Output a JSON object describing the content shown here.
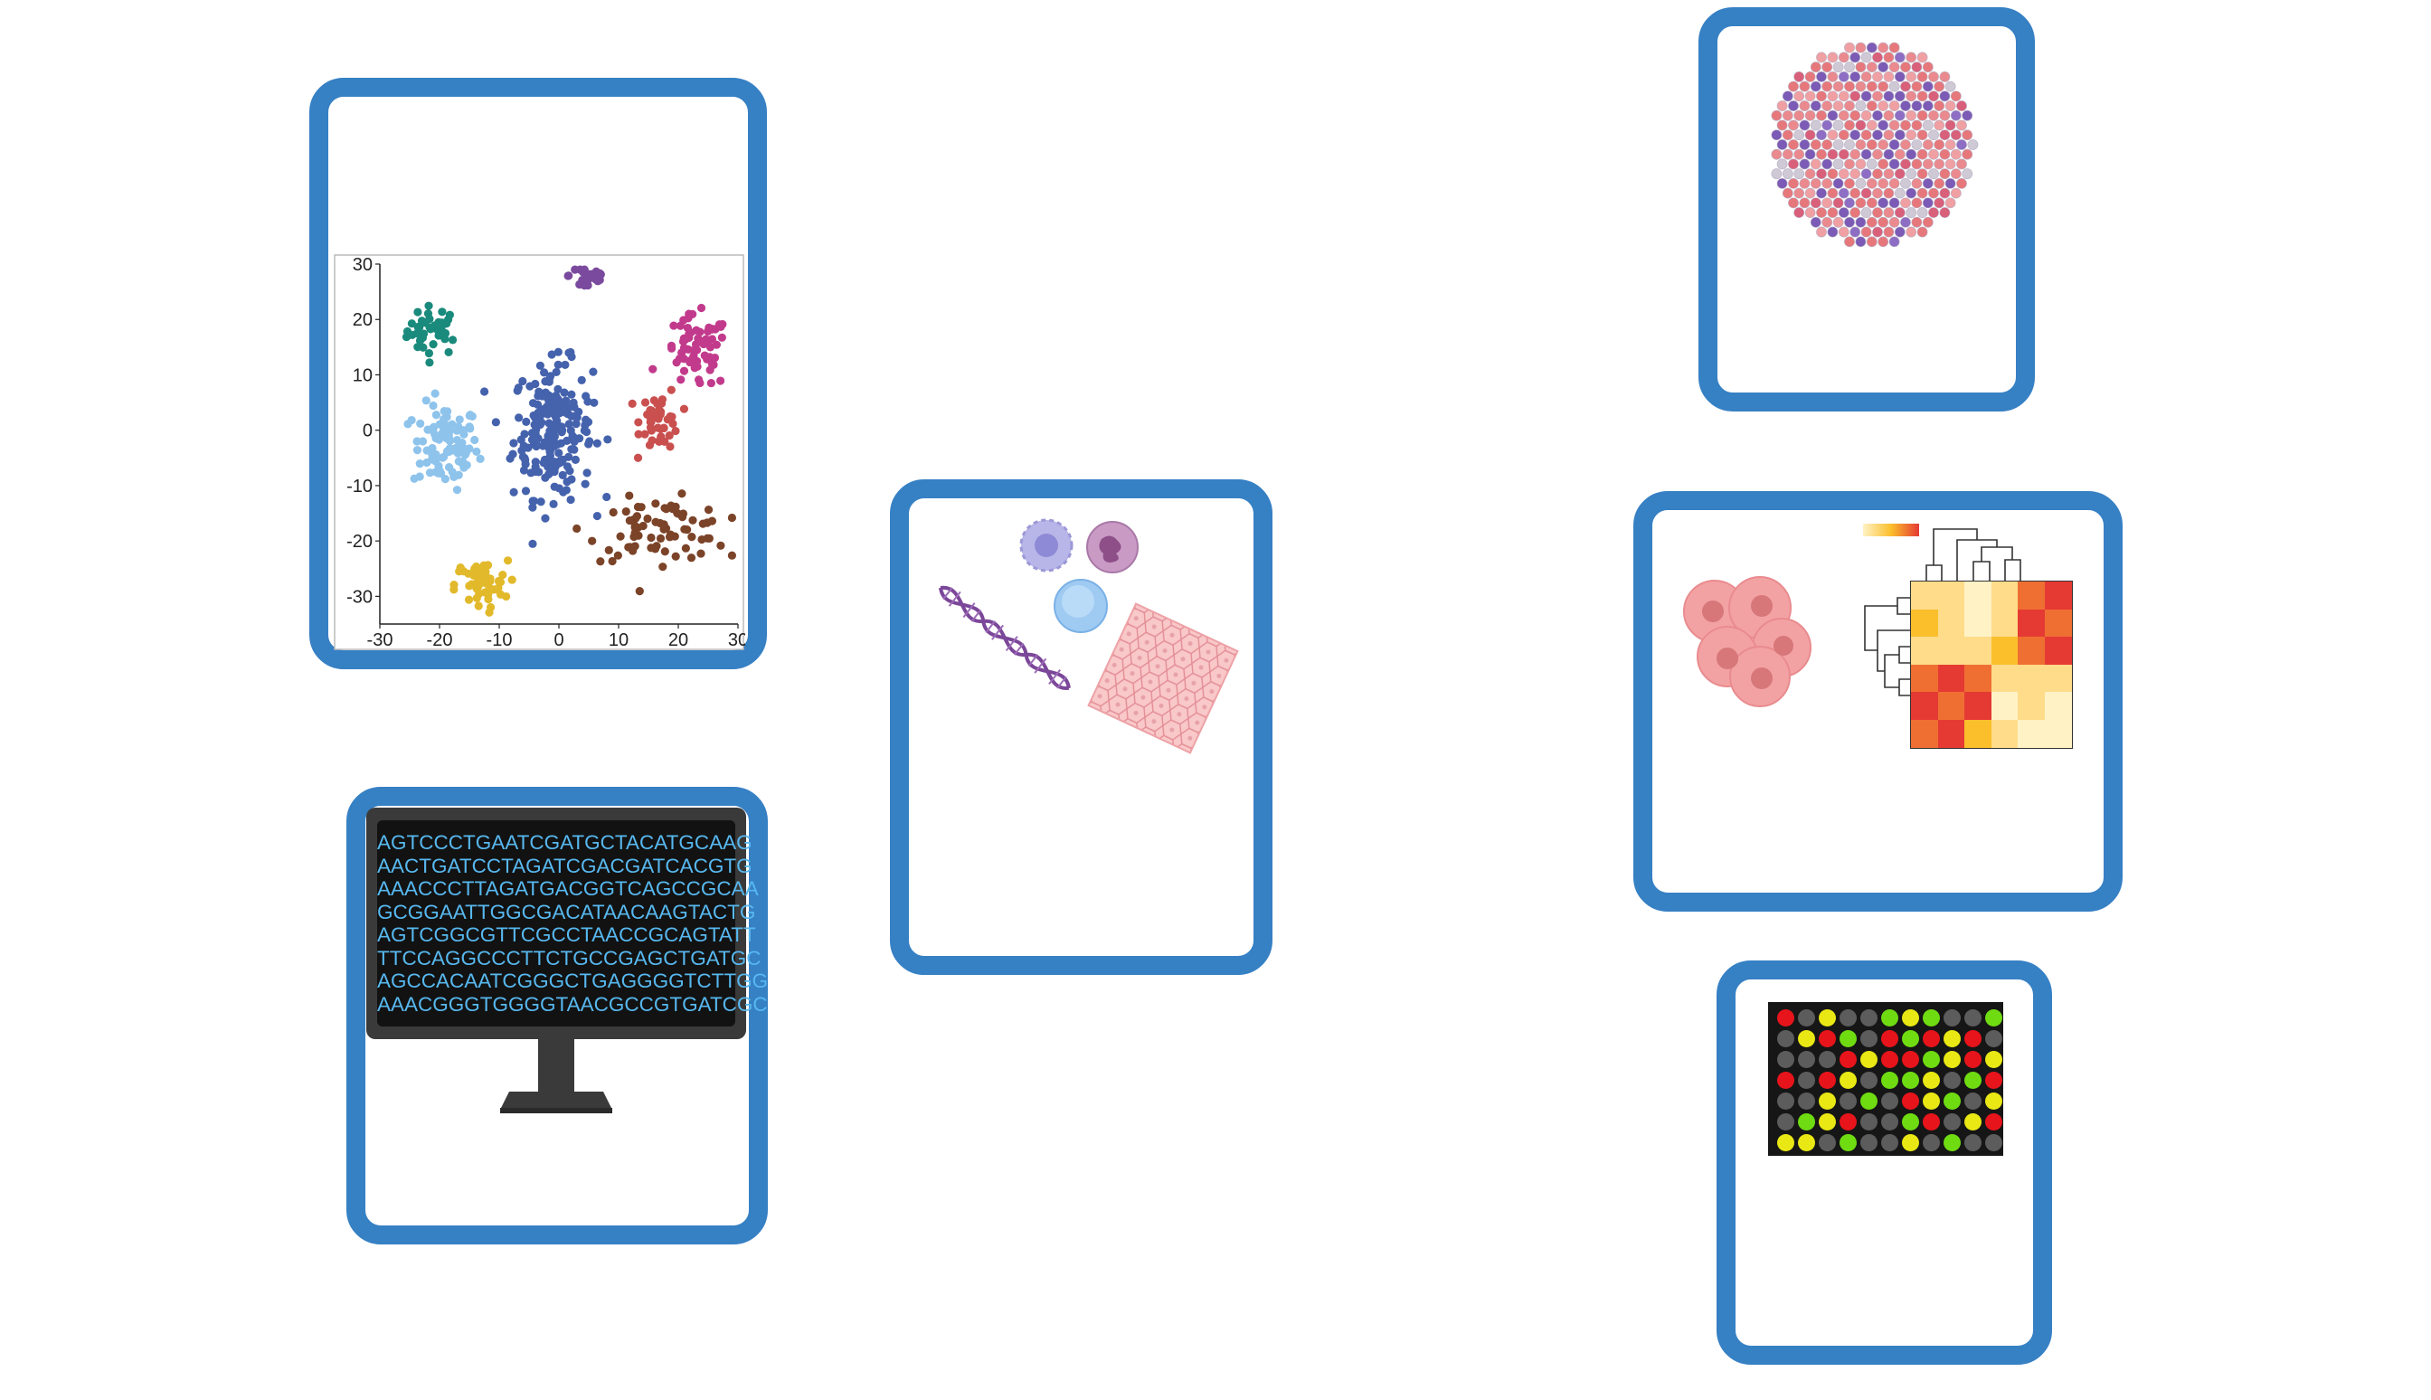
{
  "colors": {
    "card_border": "#3680c4",
    "screen_text": "#57b8ef",
    "cluster_teal": "#1a8a7c",
    "cluster_light_blue": "#8ec3ec",
    "cluster_dark_blue": "#4562ad",
    "cluster_purple": "#7a4a9e",
    "cluster_magenta": "#c23a8c",
    "cluster_red": "#c9504f",
    "cluster_brown": "#7b4328",
    "cluster_yellow": "#e2b92a"
  },
  "cards": [
    {
      "id": "tsne-card"
    },
    {
      "id": "sequence-monitor-card"
    },
    {
      "id": "cells-dna-card"
    },
    {
      "id": "spatial-spots-card"
    },
    {
      "id": "heatmap-card"
    },
    {
      "id": "microarray-card"
    }
  ],
  "chart_data": {
    "type": "scatter",
    "title": "",
    "xlabel": "",
    "ylabel": "",
    "xlim": [
      -30,
      30
    ],
    "ylim": [
      -35,
      30
    ],
    "x_ticks": [
      "-30",
      "-20",
      "-10",
      "0",
      "10",
      "20",
      "30"
    ],
    "y_ticks": [
      "30",
      "20",
      "10",
      "0",
      "-10",
      "-20",
      "-30"
    ],
    "grid": false,
    "clusters": [
      {
        "color": "teal",
        "center": [
          -21,
          18
        ],
        "spread": [
          4,
          4
        ],
        "n": 40
      },
      {
        "color": "light_blue",
        "center": [
          -19,
          -3
        ],
        "spread": [
          5,
          7
        ],
        "n": 90
      },
      {
        "color": "dark_blue",
        "center": [
          -1,
          0
        ],
        "spread": [
          6,
          11
        ],
        "n": 210
      },
      {
        "color": "purple",
        "center": [
          5,
          28
        ],
        "spread": [
          3,
          3
        ],
        "n": 28
      },
      {
        "color": "magenta",
        "center": [
          23,
          14
        ],
        "spread": [
          5,
          6
        ],
        "n": 70
      },
      {
        "color": "red",
        "center": [
          17,
          2
        ],
        "spread": [
          3,
          5
        ],
        "n": 45
      },
      {
        "color": "brown",
        "center": [
          17,
          -18
        ],
        "spread": [
          11,
          5
        ],
        "n": 75
      },
      {
        "color": "yellow",
        "center": [
          -13,
          -28
        ],
        "spread": [
          4,
          4
        ],
        "n": 55
      }
    ]
  },
  "monitor": {
    "sequences": [
      "AGTCCCTGAATCGATGCTACATGCAAG",
      "AACTGATCCTAGATCGACGATCACGTG",
      "AAACCCTTAGATGACGGTCAGCCGCAA",
      "GCGGAATTGGCGACATAACAAGTACTG",
      "AGTCGGCGTTCGCCTAACCGCAGTATT",
      "TTCCAGGCCCTTCTGCCGAGCTGATGC",
      "AGCCACAATCGGGCTGAGGGGTCTTGG",
      "AAACGGGTGGGGTAACGCCGTGATCGC"
    ]
  },
  "microarray": {
    "rows": [
      [
        "red",
        "grey",
        "yellow",
        "grey",
        "grey",
        "green",
        "yellow",
        "green",
        "grey",
        "grey",
        "green"
      ],
      [
        "grey",
        "yellow",
        "red",
        "green",
        "grey",
        "red",
        "green",
        "red",
        "yellow",
        "red",
        "grey"
      ],
      [
        "grey",
        "grey",
        "grey",
        "red",
        "yellow",
        "red",
        "red",
        "green",
        "yellow",
        "red",
        "yellow"
      ],
      [
        "red",
        "grey",
        "red",
        "yellow",
        "grey",
        "green",
        "green",
        "yellow",
        "grey",
        "green",
        "red"
      ],
      [
        "grey",
        "grey",
        "yellow",
        "grey",
        "green",
        "grey",
        "red",
        "yellow",
        "green",
        "grey",
        "yellow"
      ],
      [
        "grey",
        "green",
        "yellow",
        "red",
        "grey",
        "grey",
        "green",
        "red",
        "grey",
        "yellow",
        "red"
      ],
      [
        "yellow",
        "yellow",
        "grey",
        "green",
        "grey",
        "grey",
        "yellow",
        "grey",
        "green",
        "grey",
        "grey"
      ]
    ],
    "spot_colors": {
      "red": "#e8141b",
      "green": "#6fdc12",
      "yellow": "#e9e814",
      "grey": "#5c5c5c"
    }
  },
  "heatmap": {
    "matrix": [
      [
        1,
        1,
        0,
        1,
        3,
        4
      ],
      [
        2,
        1,
        0,
        1,
        4,
        3
      ],
      [
        1,
        1,
        1,
        2,
        3,
        4
      ],
      [
        3,
        4,
        3,
        1,
        1,
        1
      ],
      [
        4,
        3,
        4,
        0,
        1,
        0
      ],
      [
        3,
        4,
        2,
        1,
        0,
        0
      ]
    ],
    "palette": [
      "#fff3c6",
      "#ffdc8a",
      "#fbbf2c",
      "#ef6f33",
      "#e53a33"
    ]
  }
}
